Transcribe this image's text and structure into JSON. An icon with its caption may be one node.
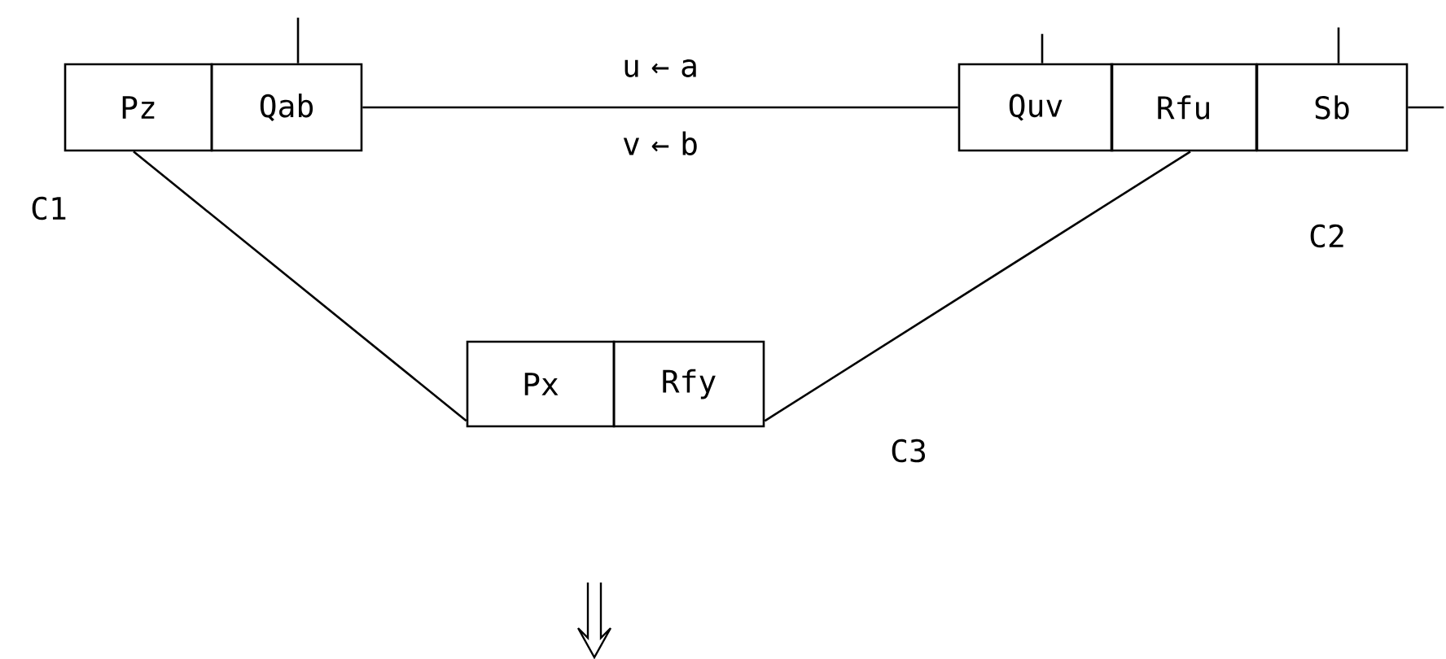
{
  "diagram": {
    "nodes": [
      {
        "text": [
          "Pz"
        ]
      },
      {
        "text": [
          "Qab"
        ]
      },
      {
        "text": [
          "Quv"
        ]
      },
      {
        "text": [
          "Rfu"
        ]
      },
      {
        "text": [
          "Sb"
        ]
      },
      {
        "text": [
          "Px"
        ]
      },
      {
        "text": [
          "Rfy"
        ]
      }
    ],
    "labels": [
      "C1",
      "C2",
      "C3"
    ],
    "edges": [
      {
        "from": 1,
        "to": 2,
        "arrow": "none",
        "label": "u ← a v ← b"
      },
      {
        "from": 0,
        "to": 5,
        "arrow": "none"
      },
      {
        "from": 3,
        "to": 6,
        "arrow": "none"
      },
      {
        "from": 1,
        "to": null,
        "arrow": "none"
      },
      {
        "from": 2,
        "to": null,
        "arrow": "none"
      },
      {
        "from": 4,
        "to": null,
        "arrow": "none"
      },
      {
        "from": 4,
        "to": null,
        "arrow": "none"
      }
    ]
  }
}
